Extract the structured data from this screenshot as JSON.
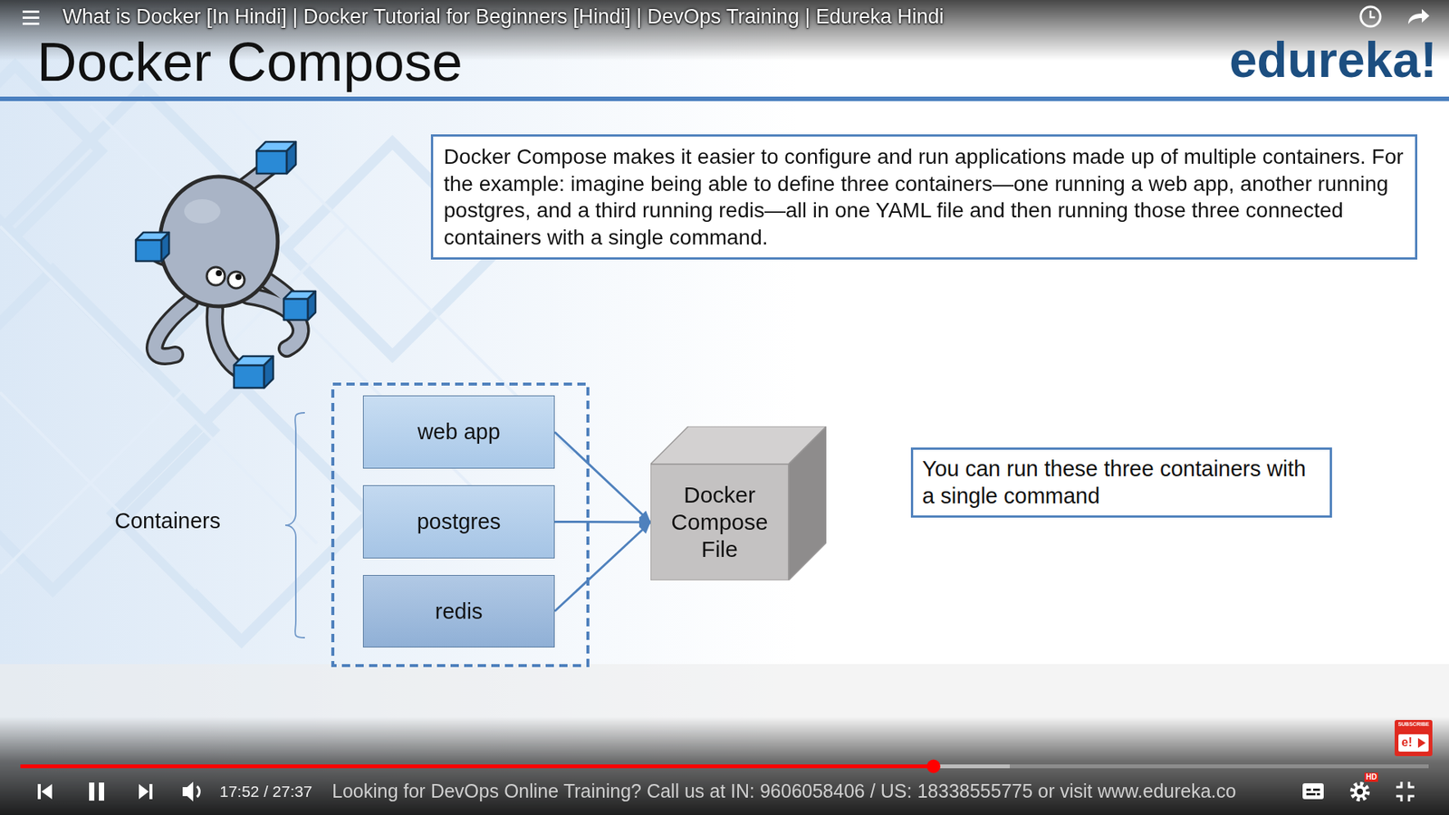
{
  "diagram": {
    "title": "Docker Compose",
    "nodes": [
      {
        "text": [
          "Docker Compose makes it easier to configure and run applications made up of multiple containers. For the example: imagine being able to define three containers—one running a web app, another running postgres, and a third running redis—all in one YAML file and then running those three connected containers with a single command."
        ]
      },
      {
        "text": [
          "web app"
        ]
      },
      {
        "text": [
          "postgres"
        ]
      },
      {
        "text": [
          "redis"
        ]
      },
      {
        "text": [
          "Docker Compose File"
        ]
      },
      {
        "text": [
          "You can run these three containers with a single command"
        ]
      }
    ],
    "edges": [
      {
        "from": 1,
        "to": 4,
        "arrow": "to"
      },
      {
        "from": 2,
        "to": 4,
        "arrow": "to"
      },
      {
        "from": 3,
        "to": 4,
        "arrow": "to"
      }
    ],
    "labels": [
      "What is Docker [In Hindi] | Docker Tutorial for Beginners [Hindi] | DevOps Training | Edureka Hindi",
      "edureka!",
      "Containers",
      "17:52 / 27:37",
      "Looking for DevOps Online Training? Call us at IN: 9606058406 / US: 18338555775 or visit www.edureka.co",
      "HD",
      "SUBSCRIBE",
      "e!"
    ]
  }
}
